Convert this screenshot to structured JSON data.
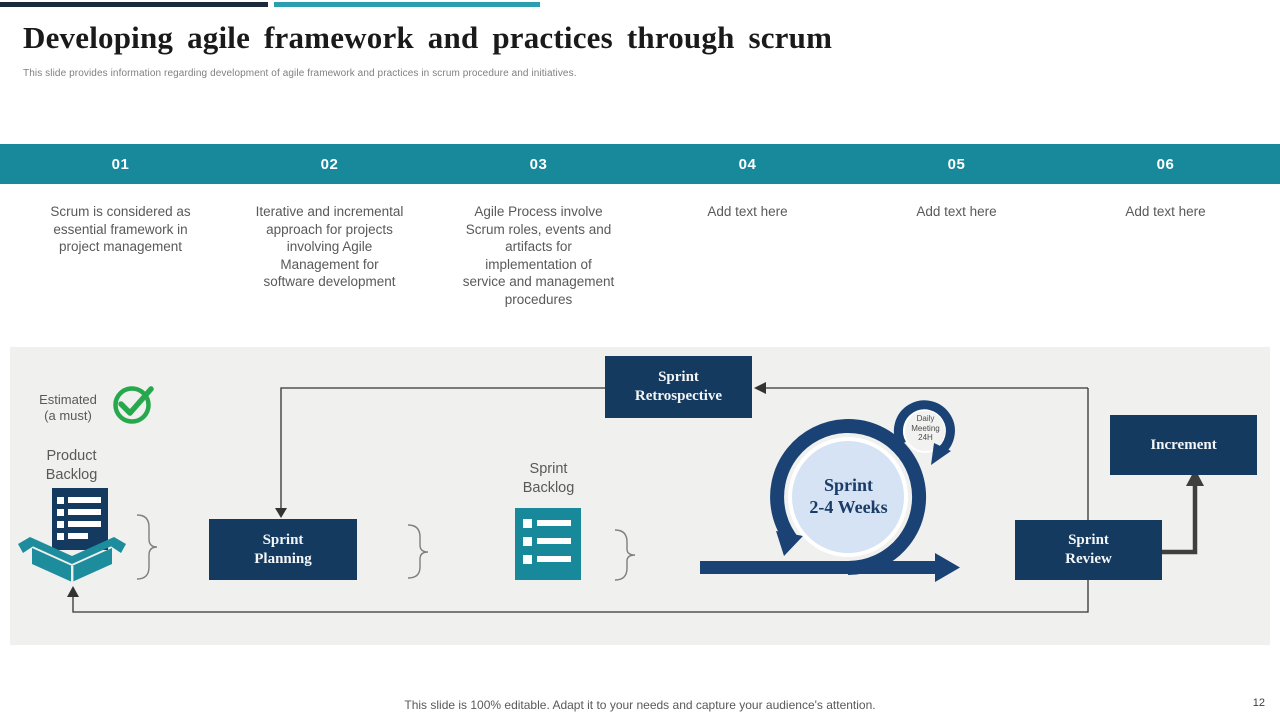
{
  "slide": {
    "title": "Developing agile framework and practices through scrum",
    "subtitle": "This slide provides information regarding development of agile  framework and practices in scrum procedure and initiatives.",
    "footer": "This slide is 100% editable. Adapt it to your needs and capture your audience's attention.",
    "page_number": "12"
  },
  "steps": [
    {
      "number": "01",
      "text": "Scrum is considered as essential framework in project management"
    },
    {
      "number": "02",
      "text": "Iterative and incremental approach for projects involving Agile Management for software development"
    },
    {
      "number": "03",
      "text": "Agile Process involve Scrum roles, events and artifacts for implementation of service and management procedures"
    },
    {
      "number": "04",
      "text": "Add text here"
    },
    {
      "number": "05",
      "text": "Add text here"
    },
    {
      "number": "06",
      "text": "Add text here"
    }
  ],
  "diagram": {
    "estimated": {
      "line1": "Estimated",
      "line2": "(a must)"
    },
    "product_backlog": {
      "line1": "Product",
      "line2": "Backlog"
    },
    "sprint_planning": {
      "line1": "Sprint",
      "line2": "Planning"
    },
    "sprint_retrospective": {
      "line1": "Sprint",
      "line2": "Retrospective"
    },
    "sprint_backlog": {
      "line1": "Sprint",
      "line2": "Backlog"
    },
    "sprint_cycle": {
      "line1": "Sprint",
      "line2": "2-4 Weeks"
    },
    "daily_meeting": {
      "line1": "Daily",
      "line2": "Meeting",
      "line3": "24H"
    },
    "increment": "Increment",
    "sprint_review": {
      "line1": "Sprint",
      "line2": "Review"
    }
  },
  "icons": {
    "estimated": "check-circle-icon",
    "product_backlog": "open-box-checklist-icon",
    "sprint_backlog": "checklist-icon",
    "sprint_loop": "scrum-sprint-loop-icon"
  },
  "colors": {
    "accent_teal": "#17899B",
    "navy_box": "#153A60",
    "loop_navy": "#1A4274",
    "green_check": "#27A84C",
    "light_blue": "#D5E3F4",
    "panel_gray": "#F0F0EF",
    "top_bar_navy": "#1B2A3C",
    "top_bar_teal": "#2B9FAD",
    "body_text_gray": "#595959"
  }
}
